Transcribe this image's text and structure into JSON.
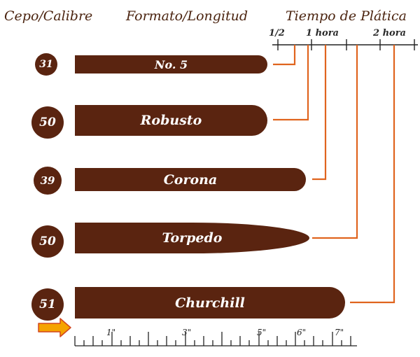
{
  "headers": {
    "ring": "Cepo/Calibre",
    "format": "Formato/Longitud",
    "time": "Tiempo de Plática"
  },
  "time_scale": {
    "half_hour": "1/2",
    "one_hour": "1 hora",
    "two_hours": "2 hora"
  },
  "cigars": [
    {
      "ring_gauge": "31",
      "name": "No. 5"
    },
    {
      "ring_gauge": "50",
      "name": "Robusto"
    },
    {
      "ring_gauge": "39",
      "name": "Corona"
    },
    {
      "ring_gauge": "50",
      "name": "Torpedo"
    },
    {
      "ring_gauge": "51",
      "name": "Churchill"
    }
  ],
  "ruler": {
    "labels": [
      "1\"",
      "3\"",
      "5\"",
      "6\"",
      "7\""
    ]
  },
  "colors": {
    "cigar": "#5a2410",
    "connector": "#e0641e",
    "arrow": "#f5a300"
  }
}
